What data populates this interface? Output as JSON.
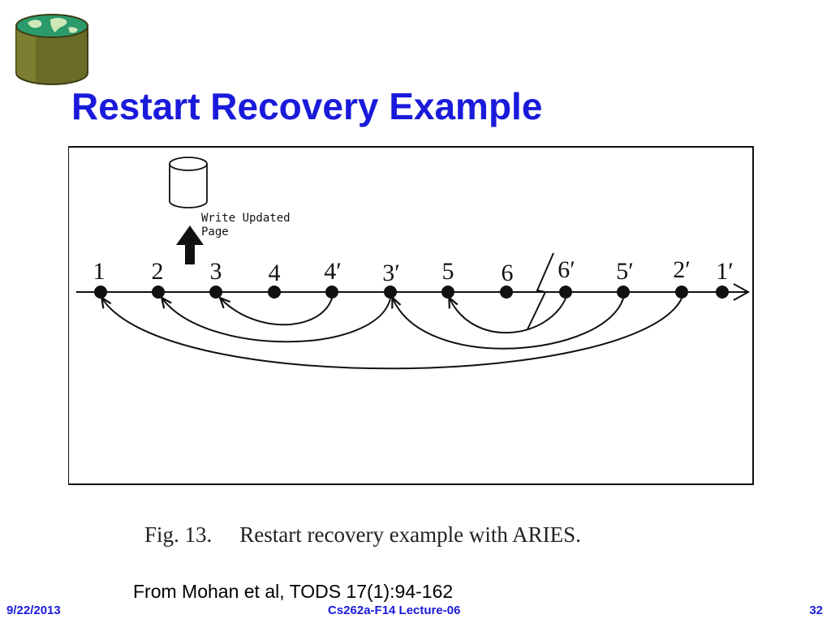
{
  "slide": {
    "title": "Restart Recovery Example",
    "credit": "From Mohan et al, TODS 17(1):94-162"
  },
  "figure": {
    "annotation_line1": "Write Updated",
    "annotation_line2": "Page",
    "log_records": [
      "1",
      "2",
      "3",
      "4",
      "4′",
      "3′",
      "5",
      "6",
      "6′",
      "5′",
      "2′",
      "1′"
    ],
    "caption_label": "Fig. 13.",
    "caption_text": "Restart recovery example with ARIES."
  },
  "footer": {
    "date": "9/22/2013",
    "course": "Cs262a-F14 Lecture-06",
    "page": "32"
  },
  "colors": {
    "title": "#1a1adb",
    "logo_body": "#6b6b28",
    "logo_globe": "#2a9a6a"
  },
  "icons": [
    "database-cylinder-icon",
    "globe-disk-logo",
    "up-arrow-icon",
    "crash-bolt-icon"
  ]
}
